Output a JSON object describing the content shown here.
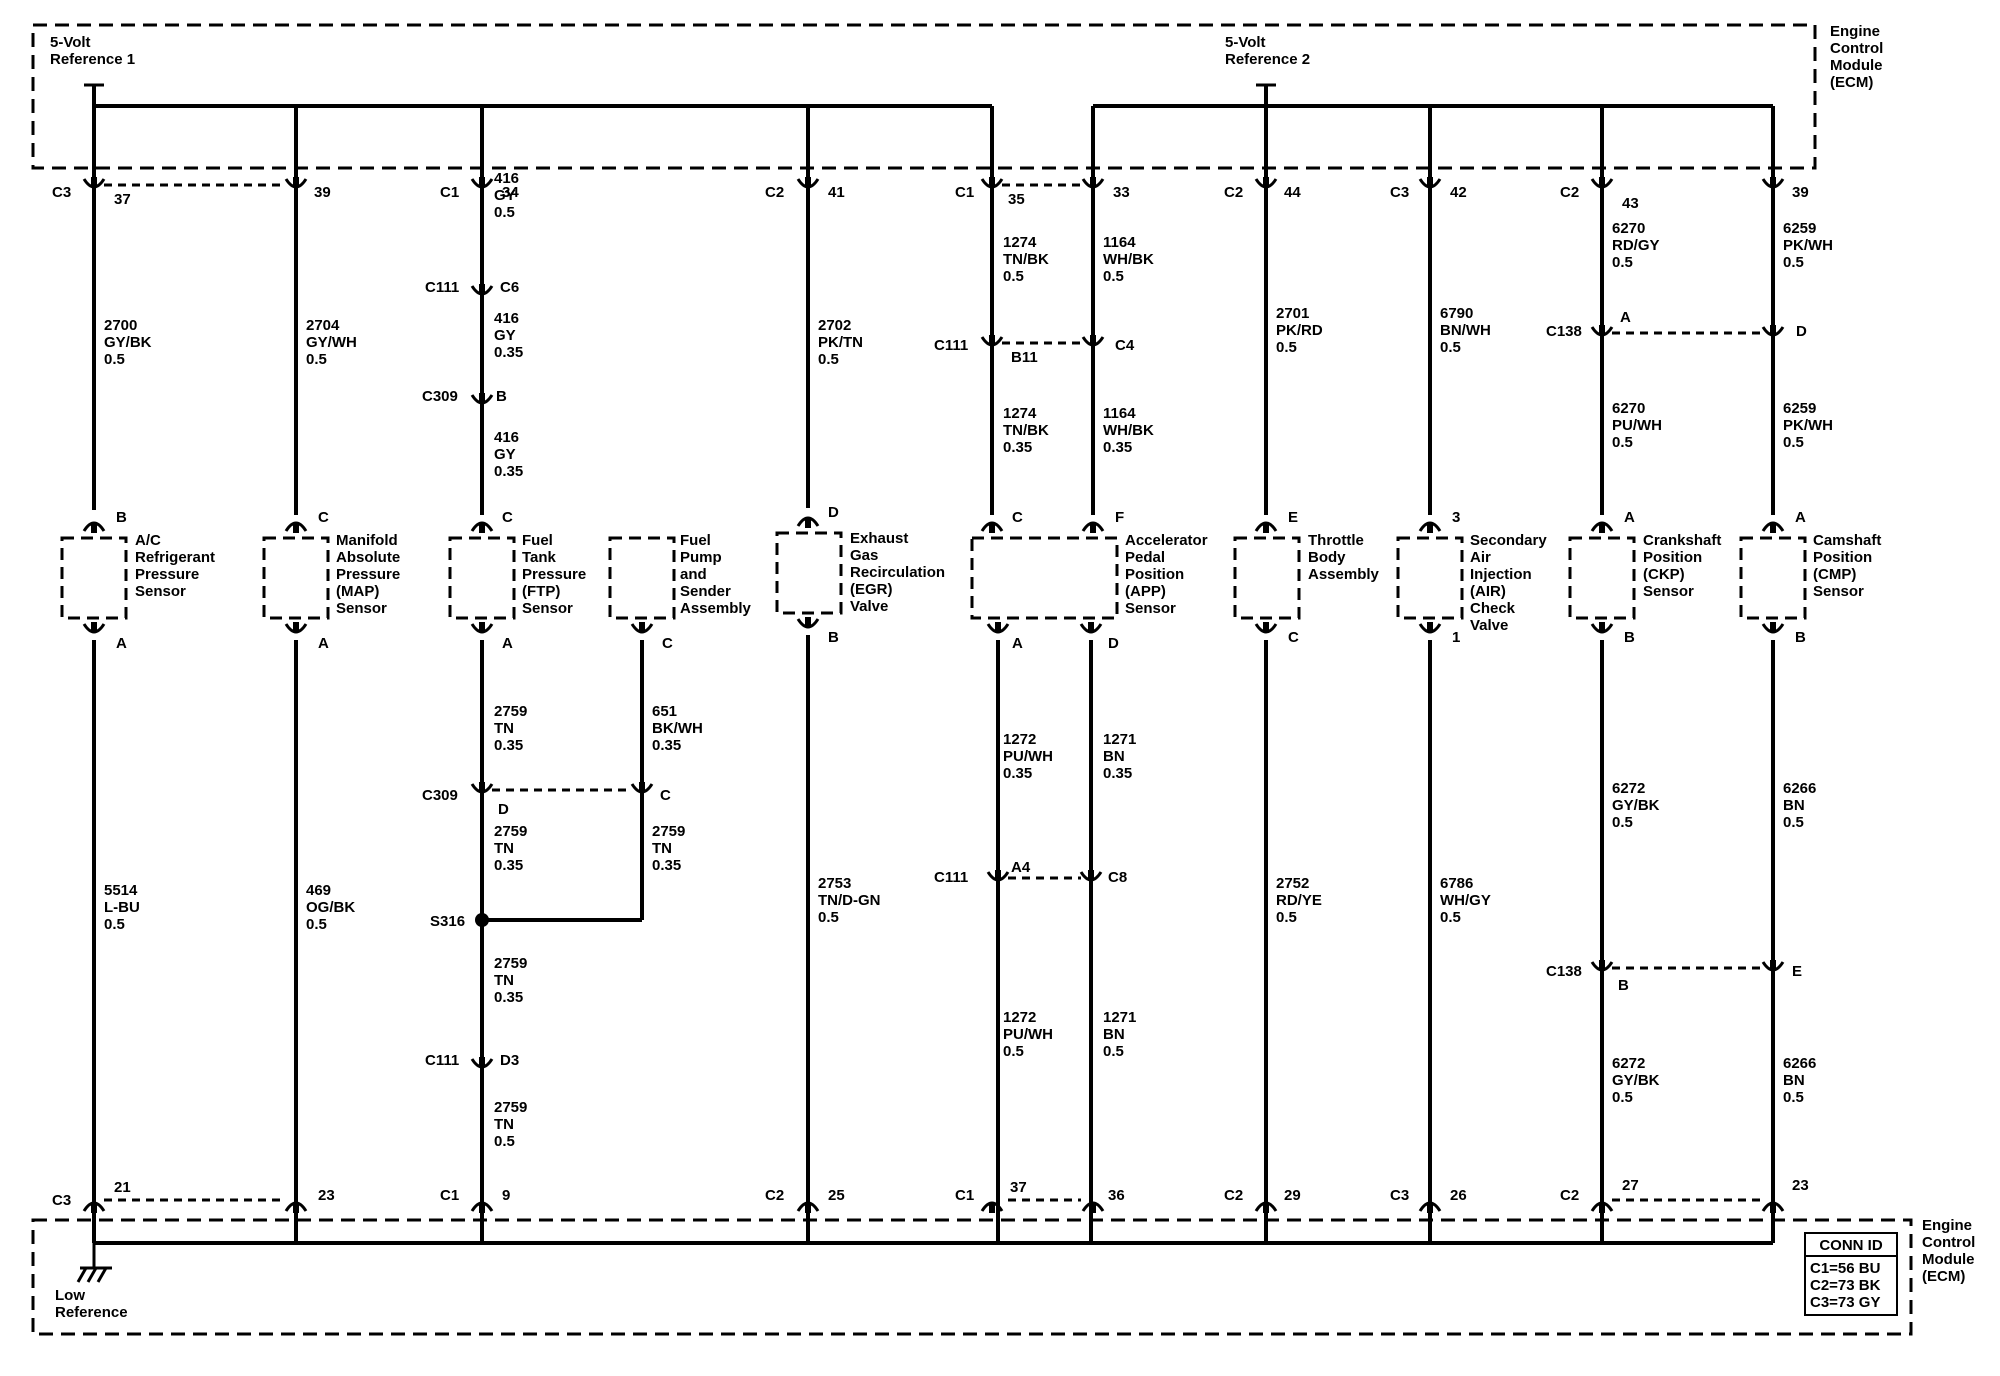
{
  "ecm_top": {
    "ref1": [
      "5-Volt",
      "Reference 1"
    ],
    "ref2": [
      "5-Volt",
      "Reference 2"
    ],
    "module": [
      "Engine",
      "Control",
      "Module",
      "(ECM)"
    ]
  },
  "ecm_bottom": {
    "low_ref": [
      "Low",
      "Reference"
    ],
    "module": [
      "Engine",
      "Control",
      "Module",
      "(ECM)"
    ]
  },
  "conn_id": {
    "title": "CONN ID",
    "rows": [
      "C1=56 BU",
      "C2=73 BK",
      "C3=73 GY"
    ]
  },
  "components": [
    {
      "name": [
        "A/C",
        "Refrigerant",
        "Pressure",
        "Sensor"
      ],
      "top_pin": "B",
      "bottom_pin": "A"
    },
    {
      "name": [
        "Manifold",
        "Absolute",
        "Pressure",
        "(MAP)",
        "Sensor"
      ],
      "top_pin": "C",
      "bottom_pin": "A"
    },
    {
      "name": [
        "Fuel",
        "Tank",
        "Pressure",
        "(FTP)",
        "Sensor"
      ],
      "top_pin": "C",
      "bottom_pin": "A"
    },
    {
      "name": [
        "Fuel",
        "Pump",
        "and",
        "Sender",
        "Assembly"
      ],
      "top_pin": "",
      "bottom_pin": "C"
    },
    {
      "name": [
        "Exhaust",
        "Gas",
        "Recirculation",
        "(EGR)",
        "Valve"
      ],
      "top_pin": "D",
      "bottom_pin": "B"
    },
    {
      "name": [
        "Accelerator",
        "Pedal",
        "Position",
        "(APP)",
        "Sensor"
      ],
      "top_pin": "C",
      "top_pin2": "F",
      "bottom_pin": "A",
      "bottom_pin2": "D"
    },
    {
      "name": [
        "Throttle",
        "Body",
        "Assembly"
      ],
      "top_pin": "E",
      "bottom_pin": "C"
    },
    {
      "name": [
        "Secondary",
        "Air",
        "Injection",
        "(AIR)",
        "Check",
        "Valve"
      ],
      "top_pin": "3",
      "bottom_pin": "1"
    },
    {
      "name": [
        "Crankshaft",
        "Position",
        "(CKP)",
        "Sensor"
      ],
      "top_pin": "A",
      "bottom_pin": "B"
    },
    {
      "name": [
        "Camshaft",
        "Position",
        "(CMP)",
        "Sensor"
      ],
      "top_pin": "A",
      "bottom_pin": "B"
    }
  ],
  "ecm_pins_top": [
    {
      "conn": "C3",
      "pin": "37"
    },
    {
      "conn": "",
      "pin": "39"
    },
    {
      "conn": "C1",
      "pin": "34"
    },
    {
      "conn": "C2",
      "pin": "41"
    },
    {
      "conn": "C1",
      "pin": "35"
    },
    {
      "conn": "",
      "pin": "33"
    },
    {
      "conn": "C2",
      "pin": "44"
    },
    {
      "conn": "C3",
      "pin": "42"
    },
    {
      "conn": "C2",
      "pin": "43"
    },
    {
      "conn": "",
      "pin": "39"
    }
  ],
  "ecm_pins_bottom": [
    {
      "conn": "C3",
      "pin": "21"
    },
    {
      "conn": "",
      "pin": "23"
    },
    {
      "conn": "C1",
      "pin": "9"
    },
    {
      "conn": "C2",
      "pin": "25"
    },
    {
      "conn": "C1",
      "pin": "37"
    },
    {
      "conn": "",
      "pin": "36"
    },
    {
      "conn": "C2",
      "pin": "29"
    },
    {
      "conn": "C3",
      "pin": "26"
    },
    {
      "conn": "C2",
      "pin": "27"
    },
    {
      "conn": "",
      "pin": "23"
    }
  ],
  "inline_connectors": [
    {
      "conn": "C111",
      "pin": "C6"
    },
    {
      "conn": "C309",
      "pin": "B"
    },
    {
      "conn": "C111",
      "pin": "B11"
    },
    {
      "conn": "",
      "pin": "C4"
    },
    {
      "conn": "C138",
      "pin": "A"
    },
    {
      "conn": "",
      "pin": "D"
    },
    {
      "conn": "C309",
      "pin": "D"
    },
    {
      "conn": "",
      "pin": "C"
    },
    {
      "conn": "C111",
      "pin": "A4"
    },
    {
      "conn": "",
      "pin": "C8"
    },
    {
      "conn": "C138",
      "pin": "B"
    },
    {
      "conn": "",
      "pin": "E"
    },
    {
      "conn": "C111",
      "pin": "D3"
    }
  ],
  "splice": "S316",
  "wires": [
    [
      "2700",
      "GY/BK",
      "0.5"
    ],
    [
      "2704",
      "GY/WH",
      "0.5"
    ],
    [
      "416",
      "GY",
      "0.5"
    ],
    [
      "416",
      "GY",
      "0.35"
    ],
    [
      "416",
      "GY",
      "0.35"
    ],
    [
      "2702",
      "PK/TN",
      "0.5"
    ],
    [
      "1274",
      "TN/BK",
      "0.5"
    ],
    [
      "1164",
      "WH/BK",
      "0.5"
    ],
    [
      "1274",
      "TN/BK",
      "0.35"
    ],
    [
      "1164",
      "WH/BK",
      "0.35"
    ],
    [
      "2701",
      "PK/RD",
      "0.5"
    ],
    [
      "6790",
      "BN/WH",
      "0.5"
    ],
    [
      "6270",
      "RD/GY",
      "0.5"
    ],
    [
      "6259",
      "PK/WH",
      "0.5"
    ],
    [
      "6270",
      "PU/WH",
      "0.5"
    ],
    [
      "6259",
      "PK/WH",
      "0.5"
    ],
    [
      "5514",
      "L-BU",
      "0.5"
    ],
    [
      "469",
      "OG/BK",
      "0.5"
    ],
    [
      "2759",
      "TN",
      "0.35"
    ],
    [
      "651",
      "BK/WH",
      "0.35"
    ],
    [
      "2759",
      "TN",
      "0.35"
    ],
    [
      "2759",
      "TN",
      "0.35"
    ],
    [
      "2759",
      "TN",
      "0.35"
    ],
    [
      "2759",
      "TN",
      "0.5"
    ],
    [
      "2753",
      "TN/D-GN",
      "0.5"
    ],
    [
      "1272",
      "PU/WH",
      "0.35"
    ],
    [
      "1271",
      "BN",
      "0.35"
    ],
    [
      "1272",
      "PU/WH",
      "0.5"
    ],
    [
      "1271",
      "BN",
      "0.5"
    ],
    [
      "2752",
      "RD/YE",
      "0.5"
    ],
    [
      "6786",
      "WH/GY",
      "0.5"
    ],
    [
      "6272",
      "GY/BK",
      "0.5"
    ],
    [
      "6266",
      "BN",
      "0.5"
    ],
    [
      "6272",
      "GY/BK",
      "0.5"
    ],
    [
      "6266",
      "BN",
      "0.5"
    ]
  ]
}
